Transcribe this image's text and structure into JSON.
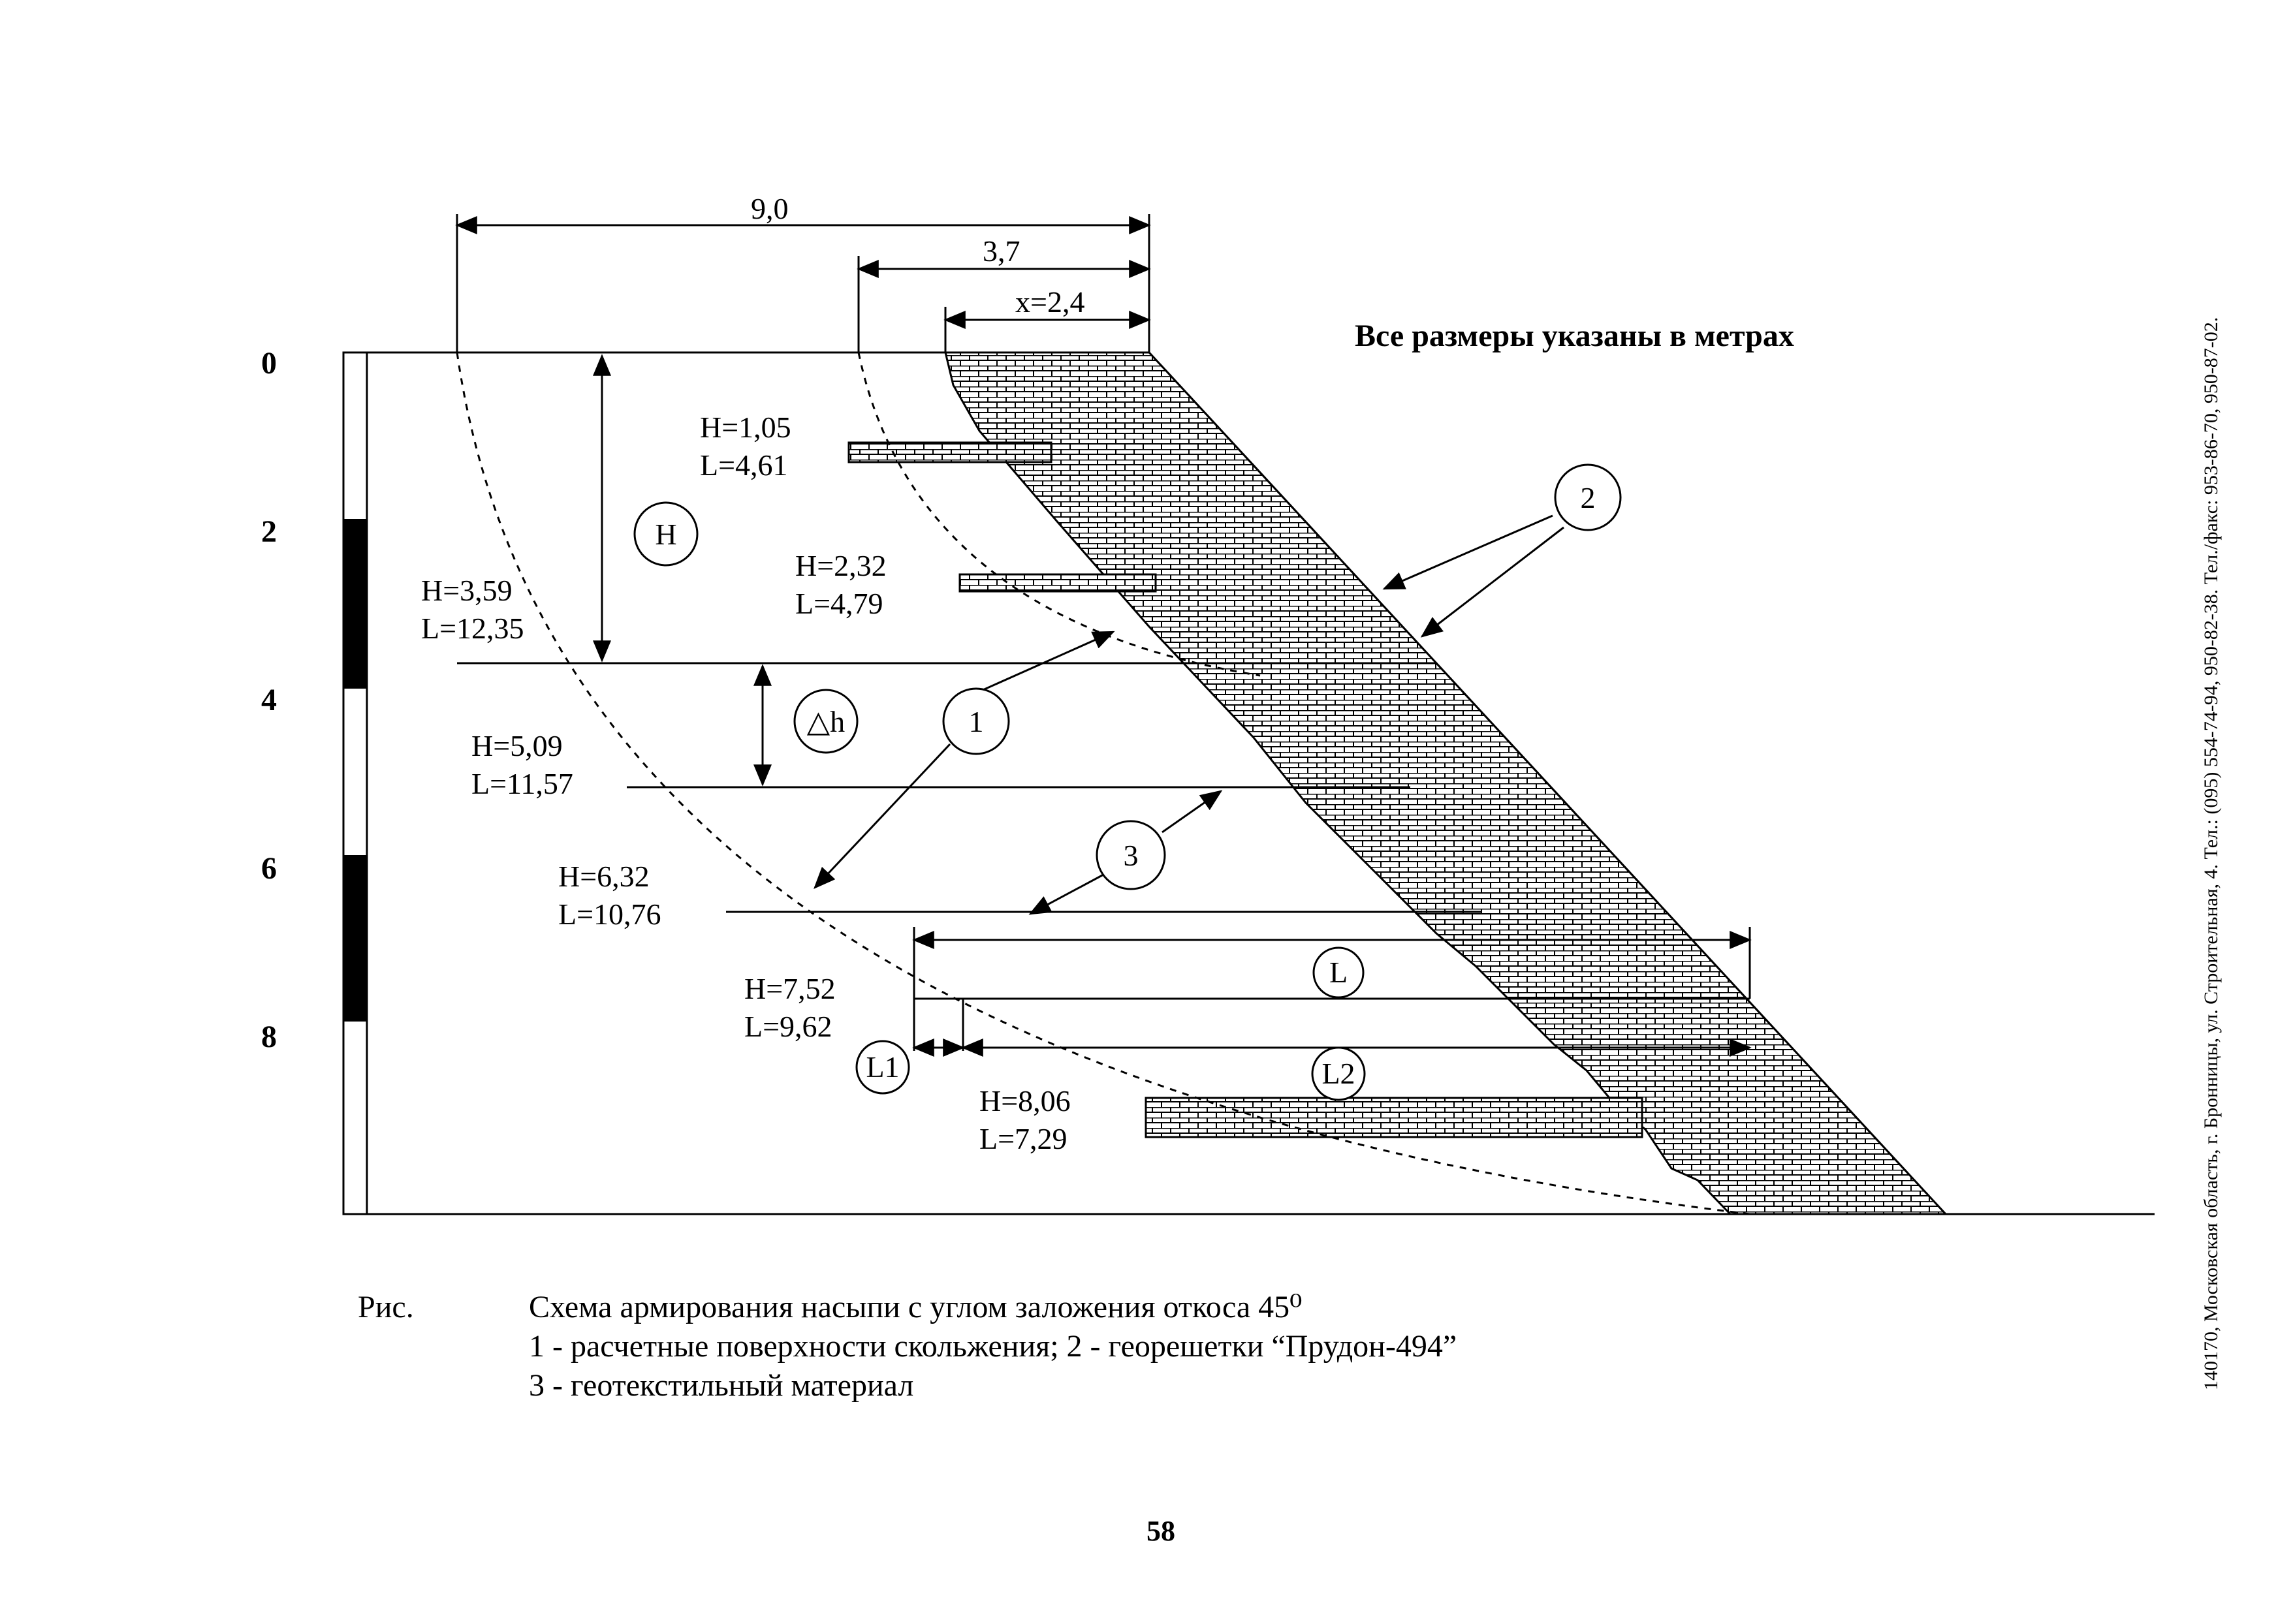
{
  "note": "Все размеры указаны в метрах",
  "top_dimensions": {
    "total": "9,0",
    "mid": "3,7",
    "x": "x=2,4"
  },
  "scale_labels": [
    "0",
    "2",
    "4",
    "6",
    "8"
  ],
  "layers": [
    {
      "h": "H=1,05",
      "l": "L=4,61"
    },
    {
      "h": "H=2,32",
      "l": "L=4,79"
    },
    {
      "h": "H=3,59",
      "l": "L=12,35"
    },
    {
      "h": "H=5,09",
      "l": "L=11,57"
    },
    {
      "h": "H=6,32",
      "l": "L=10,76"
    },
    {
      "h": "H=7,52",
      "l": "L=9,62"
    },
    {
      "h": "H=8,06",
      "l": "L=7,29"
    }
  ],
  "circle_labels": {
    "H": "H",
    "dh": "△h",
    "one": "1",
    "two": "2",
    "three": "3",
    "L": "L",
    "L1": "L1",
    "L2": "L2"
  },
  "caption": {
    "prefix": "Рис.",
    "title": "Схема армирования насыпи с углом заложения откоса 45⁰",
    "item1": "1 - расчетные поверхности скольжения; 2 - георешетки “Прудон-494”",
    "item3": "3 - геотекстильный материал"
  },
  "page_number": "58",
  "side_text": "140170, Московская область, г. Бронницы, ул. Строительная, 4. Тел.: (095) 554-74-94, 950-82-38. Тел./факс: 953-86-70, 950-87-02."
}
